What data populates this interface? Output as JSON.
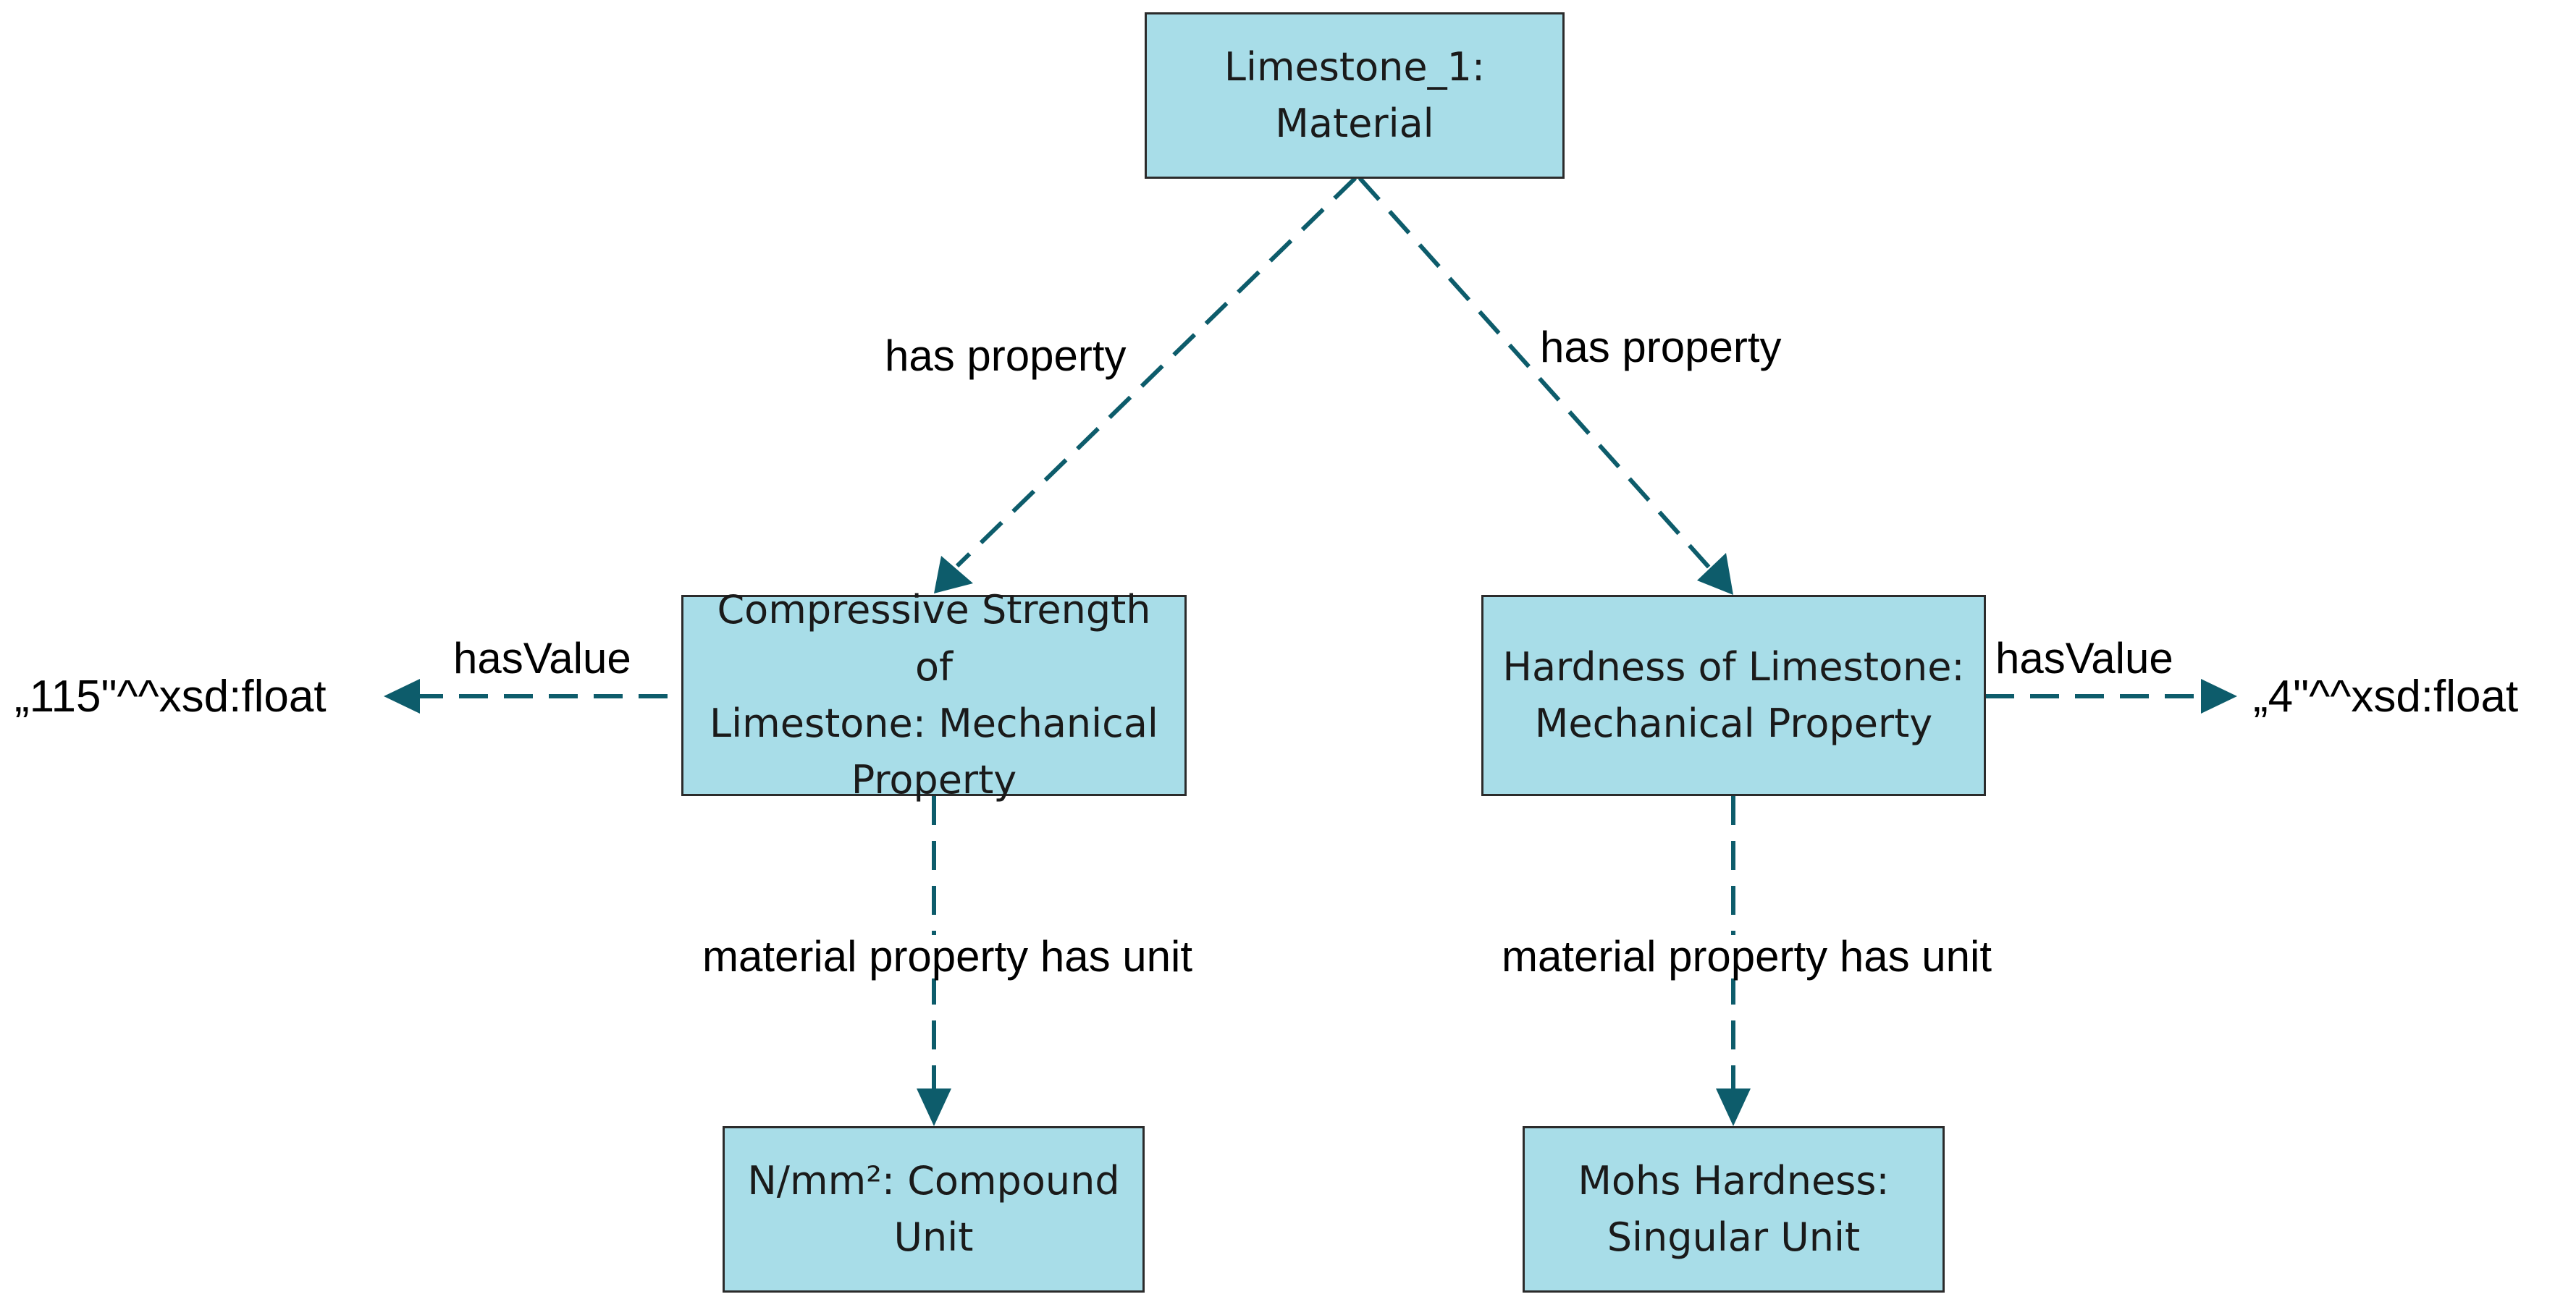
{
  "colors": {
    "node_fill": "#a8dde8",
    "node_border": "#2b2b2b",
    "edge": "#0d5c6b"
  },
  "nodes": {
    "limestone": {
      "line1": "Limestone_1:",
      "line2": "Material"
    },
    "compressive": {
      "line1": "Compressive Strength of",
      "line2": "Limestone: Mechanical",
      "line3": "Property"
    },
    "hardness": {
      "line1": "Hardness of Limestone:",
      "line2": "Mechanical Property"
    },
    "compound_unit": {
      "line1": "N/mm²: Compound",
      "line2": "Unit"
    },
    "singular_unit": {
      "line1": "Mohs Hardness:",
      "line2": "Singular Unit"
    }
  },
  "literals": {
    "left": "„115\"^^xsd:float",
    "right": "„4\"^^xsd:float"
  },
  "edges": {
    "has_property_left": "has property",
    "has_property_right": "has property",
    "has_value_left": "hasValue",
    "has_value_right": "hasValue",
    "unit_left": "material property has unit",
    "unit_right": "material property has unit"
  }
}
